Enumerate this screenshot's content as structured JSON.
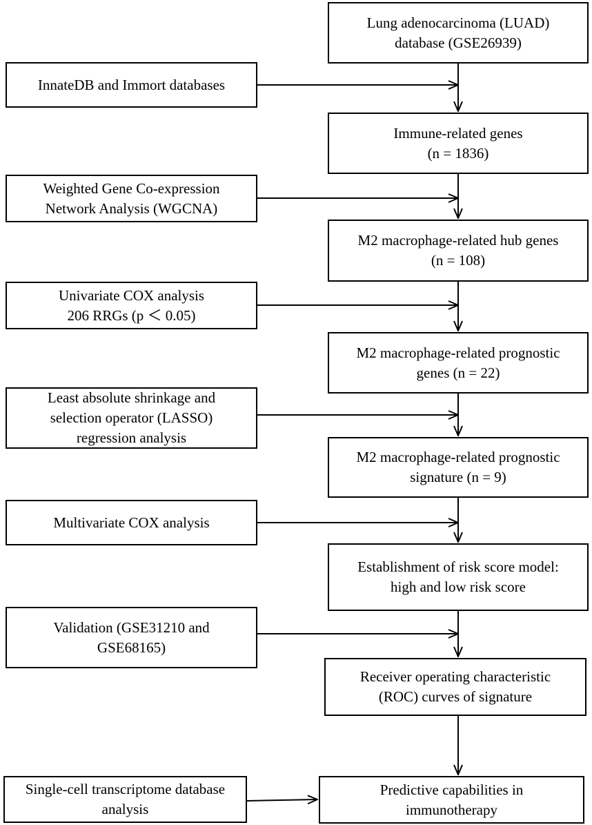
{
  "steps": {
    "luad": "Lung adenocarcinoma (LUAD)\ndatabase (GSE26939)",
    "immune": "Immune-related genes\n(n = 1836)",
    "hub": "M2 macrophage-related hub genes\n(n = 108)",
    "prognostic_genes": "M2 macrophage-related prognostic\ngenes (n = 22)",
    "signature": "M2 macrophage-related prognostic\nsignature (n = 9)",
    "risk_model": "Establishment of risk score model:\nhigh and low risk score",
    "roc": "Receiver operating characteristic\n(ROC) curves of signature",
    "prediction": "Predictive capabilities  in\nimmunotherapy"
  },
  "inputs": {
    "innate": "InnateDB and Immort databases",
    "wgcna": "Weighted Gene Co-expression\nNetwork Analysis (WGCNA)",
    "unicox": "Univariate COX analysis\n206 RRGs (p ＜ 0.05)",
    "lasso": "Least absolute shrinkage and\nselection operator (LASSO)\nregression analysis",
    "multicox": "Multivariate COX analysis",
    "validation": "Validation (GSE31210 and\nGSE68165)",
    "single_cell": "Single-cell transcriptome database\nanalysis"
  }
}
